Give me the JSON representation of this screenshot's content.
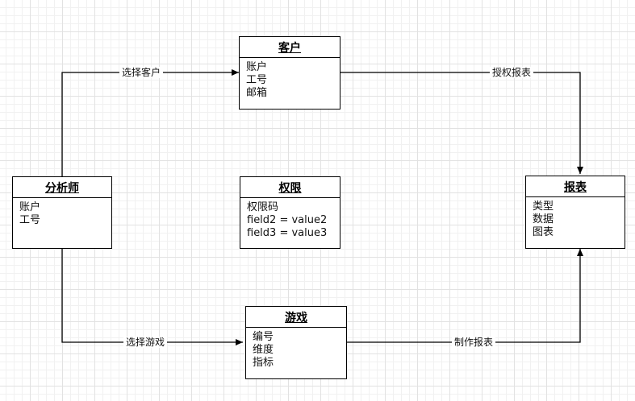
{
  "entities": {
    "customer": {
      "title": "客户",
      "fields": [
        "账户",
        "工号",
        "邮箱"
      ]
    },
    "analyst": {
      "title": "分析师",
      "fields": [
        "账户",
        "工号"
      ]
    },
    "permission": {
      "title": "权限",
      "fields": [
        "权限码",
        "field2 = value2",
        "field3 = value3"
      ]
    },
    "report": {
      "title": "报表",
      "fields": [
        "类型",
        "数据",
        "图表"
      ]
    },
    "game": {
      "title": "游戏",
      "fields": [
        "编号",
        "维度",
        "指标"
      ]
    }
  },
  "edges": {
    "select_customer": "选择客户",
    "authorize_report": "授权报表",
    "select_game": "选择游戏",
    "make_report": "制作报表"
  }
}
